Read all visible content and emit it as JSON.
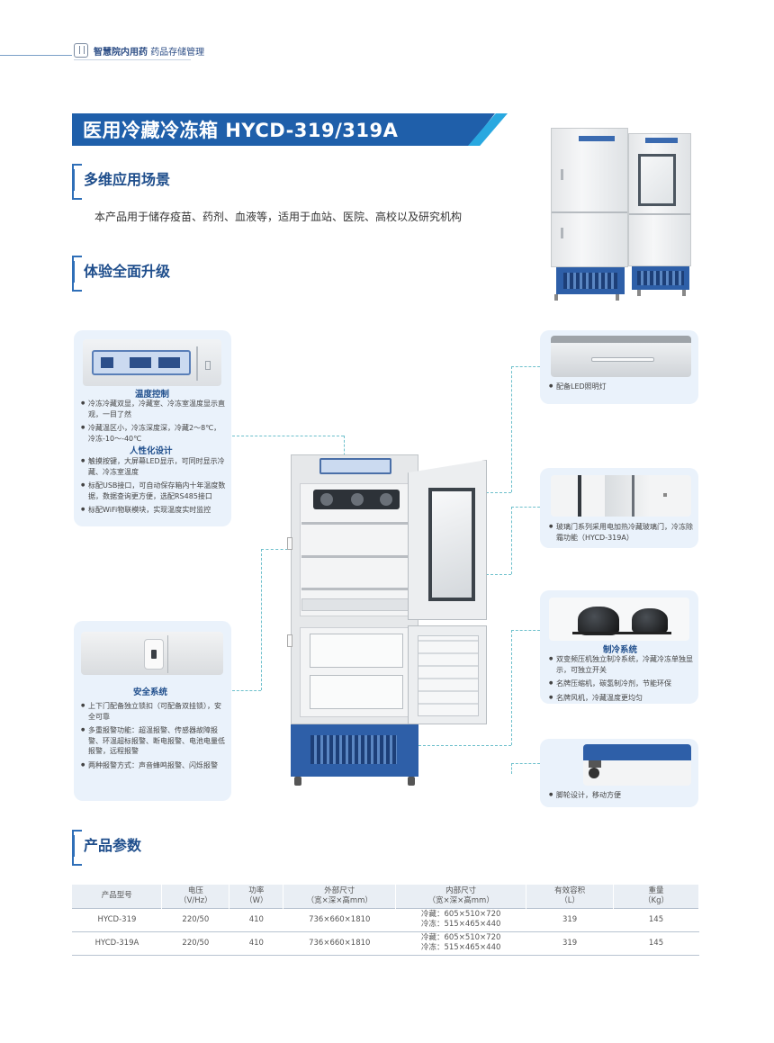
{
  "header": {
    "category_bold": "智慧院内用药",
    "category": "药品存储管理"
  },
  "title": "医用冷藏冷冻箱 HYCD-319/319A",
  "sections": {
    "scenarios": "多维应用场景",
    "upgrade": "体验全面升级",
    "params": "产品参数"
  },
  "scenario_text": "本产品用于储存疫苗、药剂、血液等，适用于血站、医院、高校以及研究机构",
  "features": {
    "temp_control": {
      "title": "温度控制",
      "items": [
        "冷冻冷藏双显，冷藏室、冷冻室温度显示直观，一目了然",
        "冷藏温区小，冷冻深度深，冷藏2～8℃，冷冻-10～-40℃"
      ]
    },
    "humanized": {
      "title": "人性化设计",
      "items": [
        "触摸按键，大屏幕LED显示，可同时显示冷藏、冷冻室温度",
        "标配USB接口，可自动保存箱内十年温度数据，数据查询更方便，选配RS485接口",
        "标配WiFi物联模块，实现温度实时监控"
      ]
    },
    "safety": {
      "title": "安全系统",
      "items": [
        "上下门配备独立锁扣（可配备双挂锁），安全可靠",
        "多重报警功能：超温报警、传感器故障报警、环温超标报警、断电报警、电池电量低报警，远程报警",
        "两种报警方式：声音蜂鸣报警、闪烁报警"
      ]
    },
    "led": {
      "items": [
        "配备LED照明灯"
      ]
    },
    "glass_door": {
      "items": [
        "玻璃门系列采用电加热冷藏玻璃门，冷冻除霜功能（HYCD-319A）"
      ]
    },
    "cooling": {
      "title": "制冷系统",
      "items": [
        "双变频压机独立制冷系统，冷藏冷冻单独显示，可独立开关",
        "名牌压缩机，碳氢制冷剂，节能环保",
        "名牌风机，冷藏温度更均匀"
      ]
    },
    "casters": {
      "items": [
        "脚轮设计，移动方便"
      ]
    }
  },
  "table": {
    "headers": [
      [
        "产品型号"
      ],
      [
        "电压",
        "（V/Hz）"
      ],
      [
        "功率",
        "（W）"
      ],
      [
        "外部尺寸",
        "（宽×深×高mm）"
      ],
      [
        "内部尺寸",
        "（宽×深×高mm）"
      ],
      [
        "有效容积",
        "（L）"
      ],
      [
        "重量",
        "（Kg）"
      ]
    ],
    "rows": [
      {
        "model": "HYCD-319",
        "voltage": "220/50",
        "power": "410",
        "external": "736×660×1810",
        "internal_1": "冷藏：605×510×720",
        "internal_2": "冷冻：515×465×440",
        "volume": "319",
        "weight": "145"
      },
      {
        "model": "HYCD-319A",
        "voltage": "220/50",
        "power": "410",
        "external": "736×660×1810",
        "internal_1": "冷藏：605×510×720",
        "internal_2": "冷冻：515×465×440",
        "volume": "319",
        "weight": "145"
      }
    ]
  },
  "colors": {
    "brand_blue": "#1f5faa",
    "accent_cyan": "#29a8e0",
    "card_bg": "#eaf2fb",
    "heading_blue": "#1f4e8c"
  },
  "icons": {
    "header": "book-icon"
  }
}
